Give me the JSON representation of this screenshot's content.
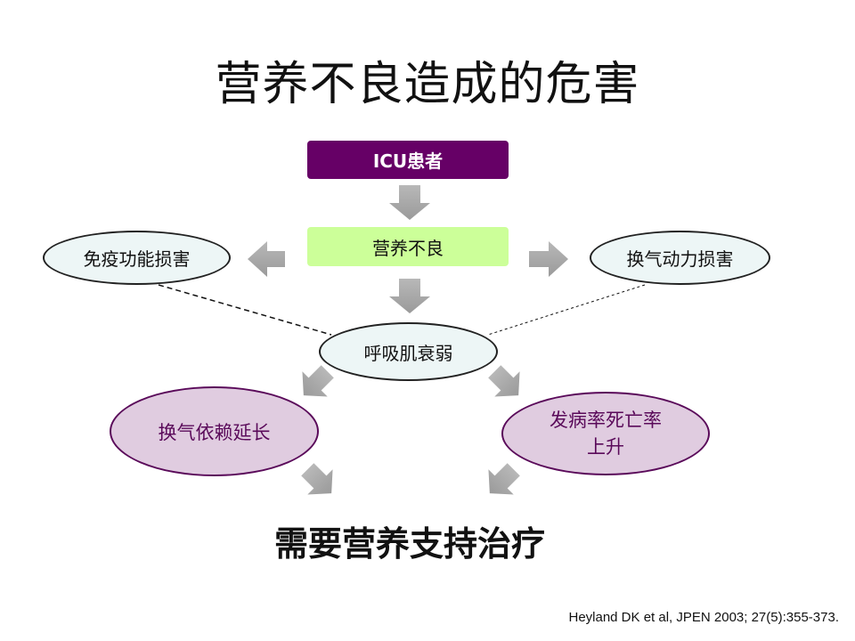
{
  "title": "营养不良造成的危害",
  "nodes": {
    "icu": "ICU患者",
    "malnutrition": "营养不良",
    "immune": "免疫功能损害",
    "ventilation": "换气动力损害",
    "respiratory": "呼吸肌衰弱",
    "prolonged": "换气依赖延长",
    "mortality_line1": "发病率死亡率",
    "mortality_line2": "上升"
  },
  "conclusion": "需要营养支持治疗",
  "citation": "Heyland DK et al, JPEN 2003; 27(5):355-373.",
  "colors": {
    "icu_box": "#660066",
    "malnutrition_box": "#ccff99",
    "light_ellipse": "#edf6f6",
    "purple_ellipse": "#e0cce0",
    "arrow_gray": "#a6a6a6"
  }
}
